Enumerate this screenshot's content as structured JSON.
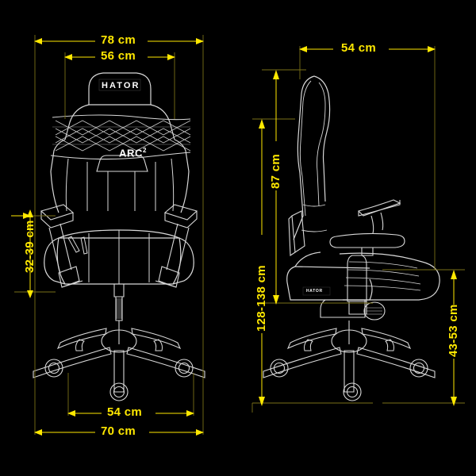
{
  "drawing": {
    "title": "HATOR ARC 2 gaming chair dimension drawing",
    "background_color": "#000000",
    "line_color": "#d8d8d8",
    "dimension_color": "#ffe800",
    "extension_line_color": "#7a6f18"
  },
  "branding": {
    "headrest_logo": "HATOR",
    "backrest_model": "ARC",
    "backrest_model_superscript": "2",
    "side_seat_logo": "HATOR"
  },
  "views": {
    "front": {
      "name": "front-view"
    },
    "side": {
      "name": "side-view"
    }
  },
  "dimensions": {
    "front_overall_width": {
      "value": "78 cm",
      "orientation": "horizontal",
      "position": "top-outer"
    },
    "front_backrest_width": {
      "value": "56 cm",
      "orientation": "horizontal",
      "position": "top-inner"
    },
    "front_armrest_height": {
      "value": "32-39 cm",
      "orientation": "vertical",
      "position": "left"
    },
    "front_base_inner_width": {
      "value": "54 cm",
      "orientation": "horizontal",
      "position": "bottom-inner"
    },
    "front_base_outer_width": {
      "value": "70 cm",
      "orientation": "horizontal",
      "position": "bottom-outer"
    },
    "side_depth": {
      "value": "54 cm",
      "orientation": "horizontal",
      "position": "top"
    },
    "side_backrest_height": {
      "value": "87 cm",
      "orientation": "vertical",
      "position": "left-inner"
    },
    "side_total_height": {
      "value": "128-138 cm",
      "orientation": "vertical",
      "position": "left-outer"
    },
    "side_seat_height": {
      "value": "43-53 cm",
      "orientation": "vertical",
      "position": "right"
    }
  }
}
